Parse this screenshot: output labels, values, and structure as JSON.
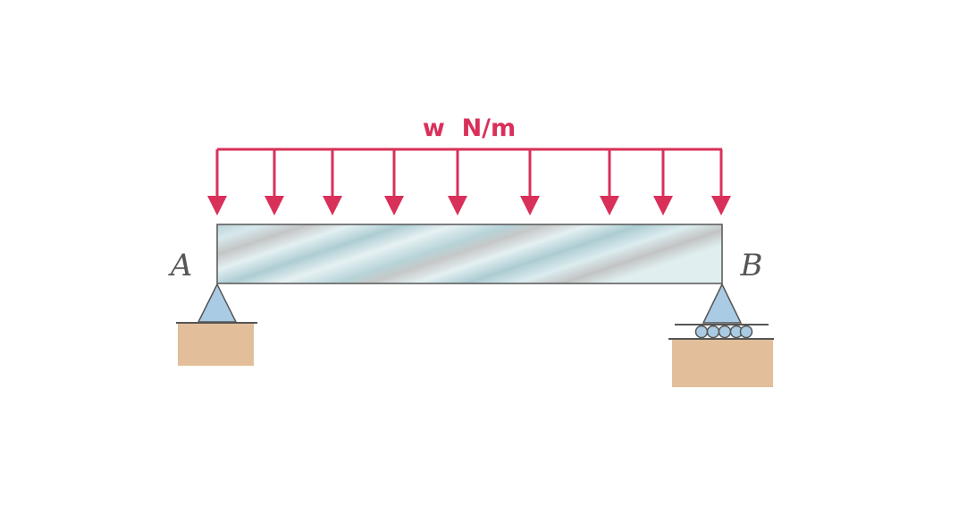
{
  "load": {
    "label": "w  N/m",
    "arrow_count": 9
  },
  "supports": {
    "left": {
      "label": "A",
      "type": "pin"
    },
    "right": {
      "label": "B",
      "type": "roller"
    }
  },
  "colors": {
    "load": "#d9305a",
    "support_fill": "#a9cbe3",
    "ground_fill": "#e2be9a",
    "outline": "#555555",
    "beam_light": "#e6f1f3",
    "beam_mid": "#b3d0d6",
    "beam_grey": "#c4c6c6"
  }
}
